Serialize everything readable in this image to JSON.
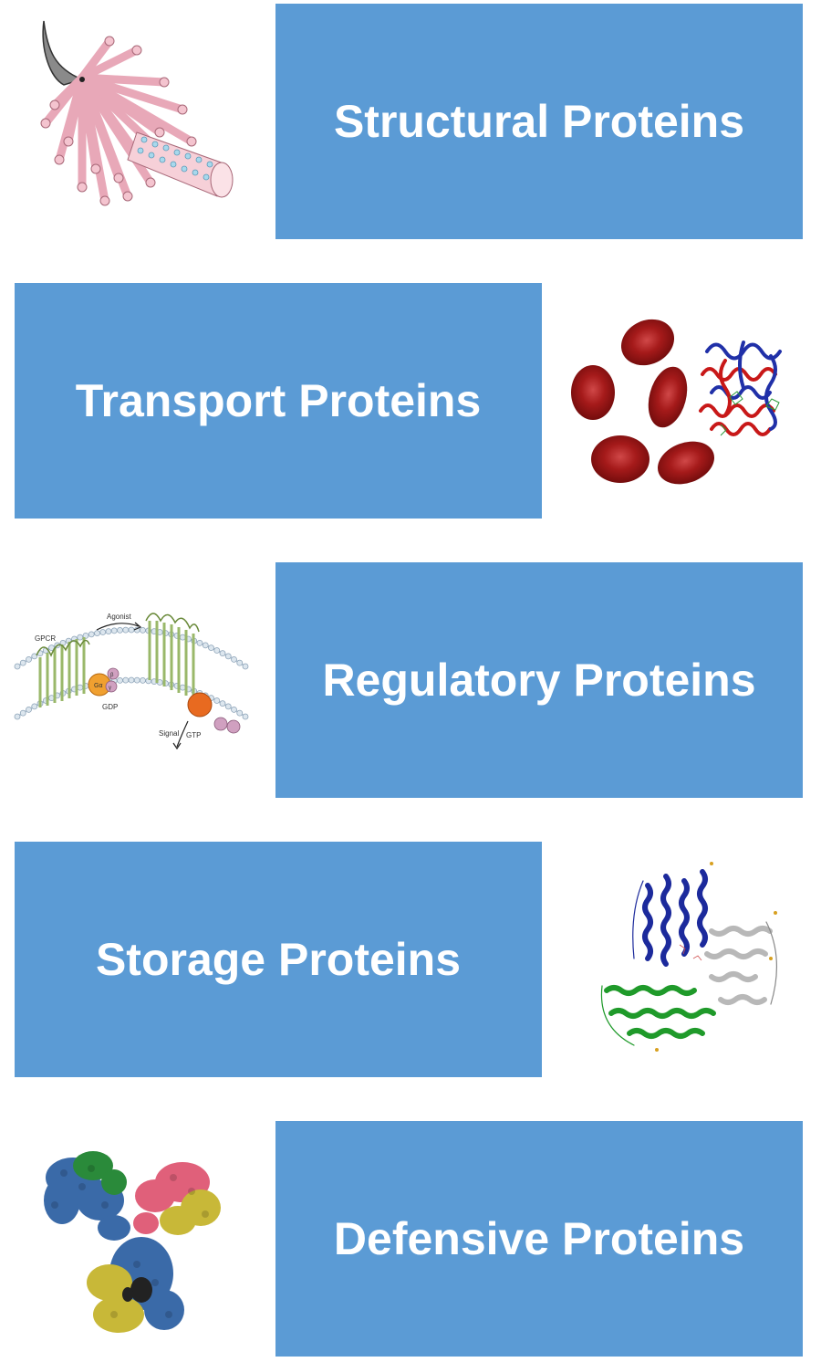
{
  "categories": [
    {
      "label": "Structural Proteins"
    },
    {
      "label": "Transport Proteins"
    },
    {
      "label": "Regulatory Proteins"
    },
    {
      "label": "Storage Proteins"
    },
    {
      "label": "Defensive Proteins"
    }
  ],
  "gpcr_labels": {
    "agonist": "Agonist",
    "gpcr": "GPCR",
    "gdp": "GDP",
    "gtp": "GTP",
    "signal": "Signal",
    "g_alpha": "Gα",
    "g_beta": "β",
    "g_gamma": "γ"
  },
  "colors": {
    "box": "#5b9bd5",
    "box_text": "#ffffff"
  }
}
